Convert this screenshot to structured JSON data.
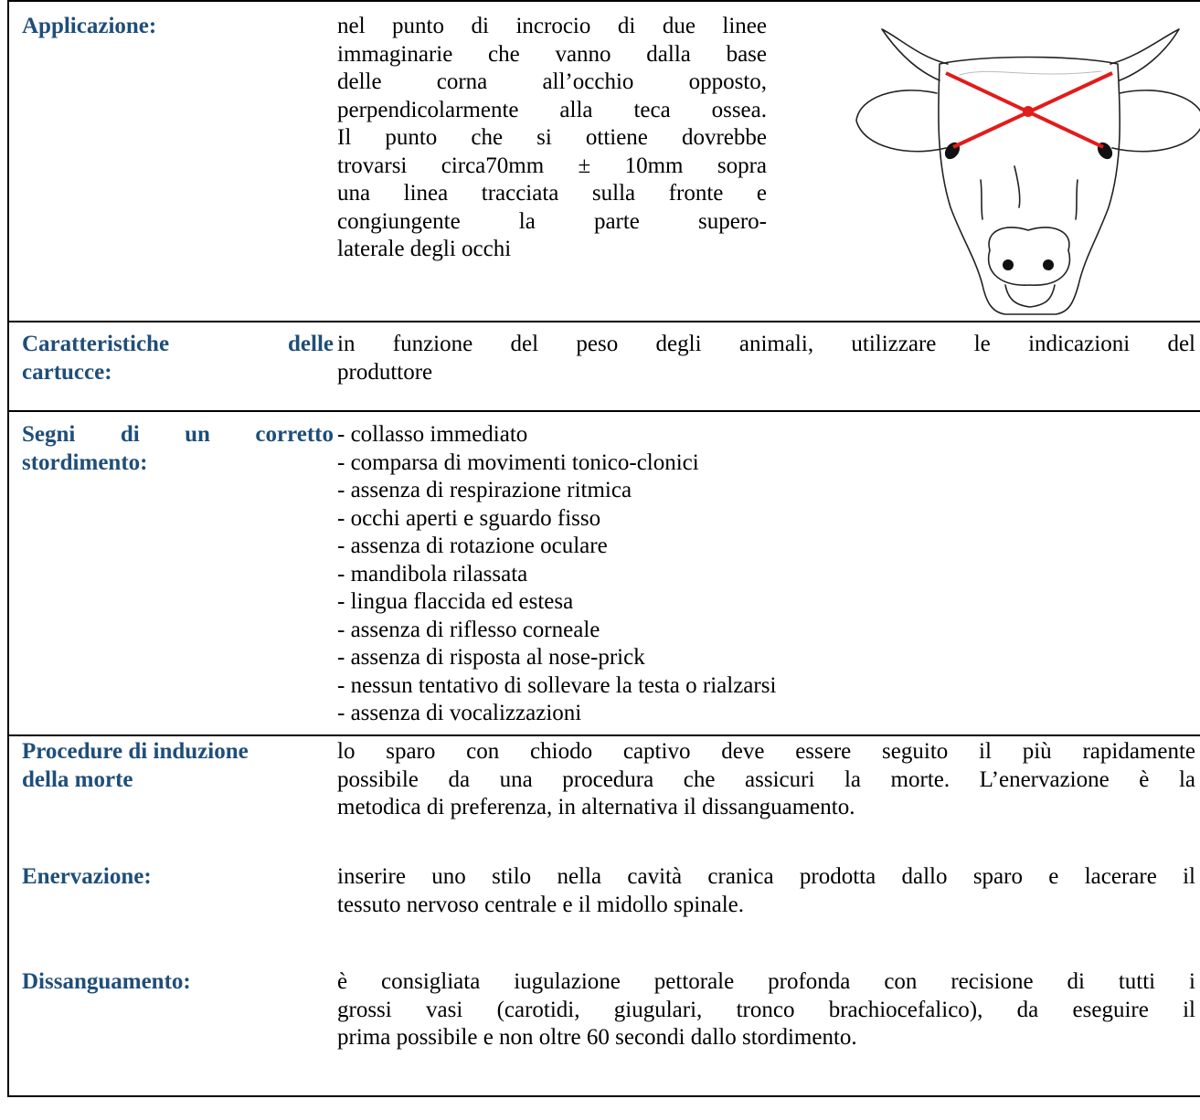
{
  "rows": [
    {
      "label_lines": [
        "Applicazione:"
      ],
      "value_lines": [
        "nel punto di incrocio di due linee",
        "immaginarie che vanno dalla base",
        "delle corna all’occhio opposto,",
        "perpendicolarmente alla teca ossea.",
        "Il punto che si ottiene dovrebbe",
        "trovarsi circa70mm ± 10mm sopra",
        "una linea tracciata sulla fronte e",
        "congiungente la parte supero-",
        "laterale degli occhi"
      ]
    },
    {
      "label_lines": [
        "Caratteristiche delle",
        "cartucce:"
      ],
      "value_lines": [
        "in funzione del peso degli animali, utilizzare le indicazioni del",
        "produttore"
      ]
    },
    {
      "label_lines": [
        "Segni di un corretto",
        "stordimento:"
      ],
      "value_lines": [
        "- collasso  immediato",
        "- comparsa di movimenti tonico-clonici",
        "- assenza di respirazione ritmica",
        "- occhi aperti e sguardo fisso",
        "- assenza di rotazione oculare",
        "- mandibola rilassata",
        "- lingua flaccida ed estesa",
        "- assenza di riflesso corneale",
        "- assenza di risposta al nose-prick",
        "- nessun tentativo di sollevare la testa o rialzarsi",
        "- assenza di vocalizzazioni"
      ]
    },
    {
      "label_lines": [
        "Procedure di induzione",
        "della morte"
      ],
      "value_lines": [
        "lo sparo con chiodo captivo deve essere seguito il più rapidamente",
        "possibile da una procedura che assicuri la morte. L’enervazione è la",
        "metodica di preferenza, in alternativa il dissanguamento."
      ]
    },
    {
      "label_lines": [
        "Enervazione:"
      ],
      "value_lines": [
        "inserire uno stilo nella cavità cranica prodotta dallo sparo e lacerare il",
        "tessuto nervoso centrale e il midollo spinale."
      ]
    },
    {
      "label_lines": [
        "Dissanguamento:"
      ],
      "value_lines": [
        "è consigliata iugulazione pettorale profonda con recisione di tutti i",
        "grossi vasi (carotidi, giugulari, tronco brachiocefalico), da eseguire il",
        "prima possibile e non oltre 60 secondi dallo stordimento."
      ]
    }
  ],
  "colors": {
    "label": "#1F4E79",
    "marker": "#E31B1B",
    "border": "#000000"
  },
  "illustration": {
    "icon": "cow-head-stun-point-diagram"
  }
}
